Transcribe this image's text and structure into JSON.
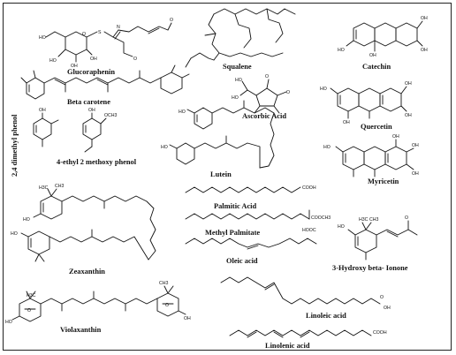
{
  "compounds": {
    "glucoraphenin": "Glucoraphenin",
    "squalene": "Squalene",
    "catechin": "Catechin",
    "beta_carotene": "Beta carotene",
    "ascorbic_acid": "Ascorbic Acid",
    "quercetin": "Quercetin",
    "dimethyl_phenol": "2,4 dimethyl phenol",
    "ethyl_methoxy_phenol": "4-ethyl 2 methoxy phenol",
    "lutein": "Lutein",
    "myricetin": "Myricetin",
    "palmitic_acid": "Palmitic Acid",
    "zeaxanthin": "Zeaxanthin",
    "methyl_palmitate": "Methyl Palmitate",
    "oleic_acid": "Oleic acid",
    "hydroxy_ionone": "3-Hydroxy beta- Ionone",
    "violaxanthin": "Violaxanthin",
    "linoleic_acid": "Linoleic acid",
    "linolenic_acid": "Linolenic acid"
  },
  "atoms": {
    "oh": "OH",
    "ho": "HO",
    "cooh": "COOH",
    "hooc": "HOOC",
    "o": "O",
    "s": "S",
    "n": "N",
    "och3": "OCH3",
    "h3c": "H3C",
    "ch3": "CH3",
    "cooch3": "COOCH3"
  }
}
